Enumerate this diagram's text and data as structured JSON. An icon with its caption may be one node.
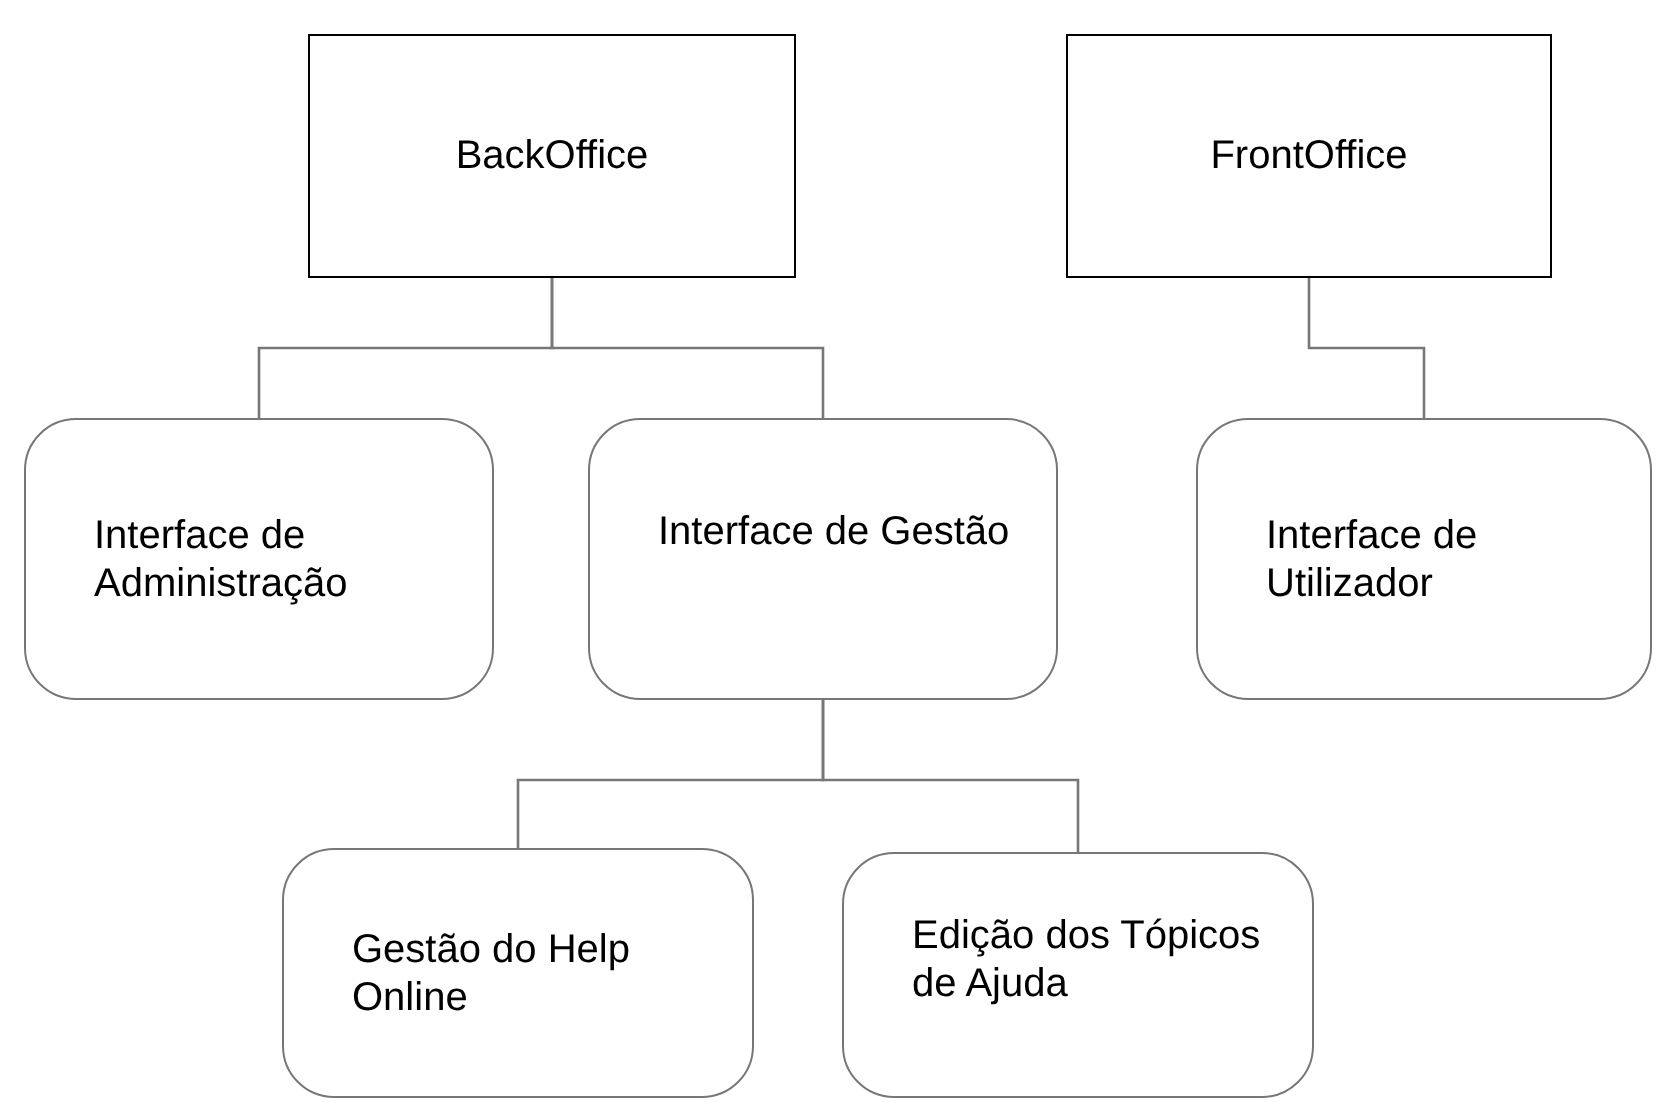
{
  "diagram": {
    "nodes": [
      {
        "text": [
          "BackOffice"
        ]
      },
      {
        "text": [
          "FrontOffice"
        ]
      },
      {
        "text": [
          "Interface de Administração"
        ]
      },
      {
        "text": [
          "Interface de Gestão"
        ]
      },
      {
        "text": [
          "Interface de Utilizador"
        ]
      },
      {
        "text": [
          "Gestão do Help Online"
        ]
      },
      {
        "text": [
          "Edição dos Tópicos de Ajuda"
        ]
      }
    ],
    "edges": [
      {
        "from": 0,
        "to": 2,
        "arrow": "none"
      },
      {
        "from": 0,
        "to": 3,
        "arrow": "none"
      },
      {
        "from": 1,
        "to": 4,
        "arrow": "none"
      },
      {
        "from": 3,
        "to": 5,
        "arrow": "none"
      },
      {
        "from": 3,
        "to": 6,
        "arrow": "none"
      }
    ]
  }
}
